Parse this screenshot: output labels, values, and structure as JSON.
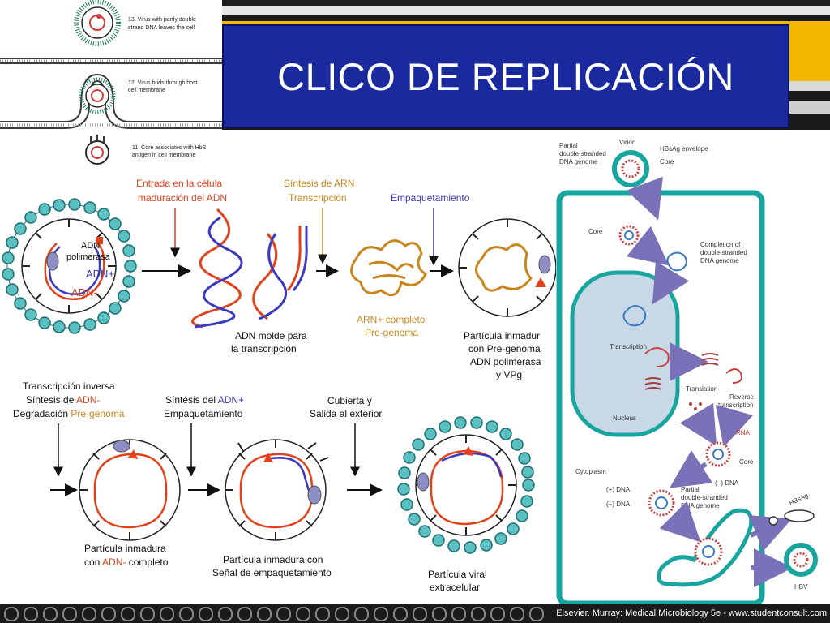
{
  "slide_title": "CLICO DE REPLICACIÓN",
  "top_steps": [
    "13. Virus with partly double",
    "strand DNA leaves the cell",
    "12. Virus buds through host",
    "cell membrane",
    "11. Core associates with HbS",
    "antigen in cell membrane"
  ],
  "main": {
    "label_entrada_1": "Entrada en la célula",
    "label_entrada_2": "maduración del ADN",
    "label_sintesis_arn_1": "Síntesis de ARN",
    "label_sintesis_arn_2": "Transcripción",
    "label_empaquetamiento": "Empaquetamiento",
    "label_adn_polimerasa_1": "ADN",
    "label_adn_polimerasa_2": "polimerasa",
    "label_adn_plus": "ADN+",
    "label_adn_minus": "ADN-",
    "label_adn_molde_1": "ADN molde para",
    "label_adn_molde_2": "la transcripción",
    "label_arn_completo_1": "ARN+ completo",
    "label_arn_completo_2": "Pre-genoma",
    "label_particula_inmadur_1": "Partícula inmadur",
    "label_particula_inmadur_2": "con Pre-genoma",
    "label_particula_inmadur_3": "ADN polimerasa",
    "label_particula_inmadur_4": "y VPg",
    "label_transcripcion_inversa": "Transcripción inversa",
    "label_sintesis_de": "Síntesis de",
    "label_adn_minus_2": "ADN-",
    "label_degradacion": "Degradación",
    "label_pre_genoma": "Pre-genoma",
    "label_sintesis_del": "Síntesis del",
    "label_adn_plus_2": "ADN+",
    "label_empaquetamiento_2": "Empaquetamiento",
    "label_cubierta_1": "Cubierta y",
    "label_cubierta_2": "Salida al exterior",
    "label_particula_inmadura_1": "Partícula inmadura",
    "label_particula_inmadura_2": "con",
    "label_adn_minus_3": "ADN-",
    "label_completo": "completo",
    "label_senal_1": "Partícula inmadura con",
    "label_senal_2": "Señal de empaquetamiento",
    "label_viral_1": "Partícula viral",
    "label_viral_2": "extracelular"
  },
  "right": {
    "virion": "Virion",
    "partial_1": "Partial",
    "partial_2": "double-stranded",
    "partial_3": "DNA genome",
    "hbsag_env": "HBsAg envelope",
    "core_top": "Core",
    "core_left": "Core",
    "completion_1": "Completion of",
    "completion_2": "double-stranded",
    "completion_3": "DNA genome",
    "transcription": "Transcription",
    "nucleus": "Nucleus",
    "translation": "Translation",
    "reverse_1": "Reverse",
    "reverse_2": "transcription",
    "rna": "RNA",
    "core_mid": "Core",
    "cytoplasm": "Cytoplasm",
    "minus_dna_1": "(−) DNA",
    "plus_dna": "(+) DNA",
    "minus_dna_2": "(−) DNA",
    "partial_b_1": "Partial",
    "partial_b_2": "double-stranded",
    "partial_b_3": "DNA genome",
    "hbsag": "HBsAg",
    "hbv": "HBV"
  },
  "caption": "Elsevier. Murray: Medical Microbiology 5e - www.studentconsult.com",
  "colors": {
    "title_bg": "#1a2a9e",
    "accent_gold": "#f4b800",
    "adn_red": "#e0431c",
    "adn_blue": "#3a3ac0",
    "arn_orange": "#c8861c",
    "capsid_teal": "#5bc0c2",
    "cell_teal": "#18a5a0",
    "nucleus_fill": "#c8d8e6",
    "arrow_purple": "#7a72b8"
  },
  "icons": [
    "virion-icon",
    "arrow-right-icon",
    "arrow-down-icon",
    "hbv-particle-icon"
  ]
}
